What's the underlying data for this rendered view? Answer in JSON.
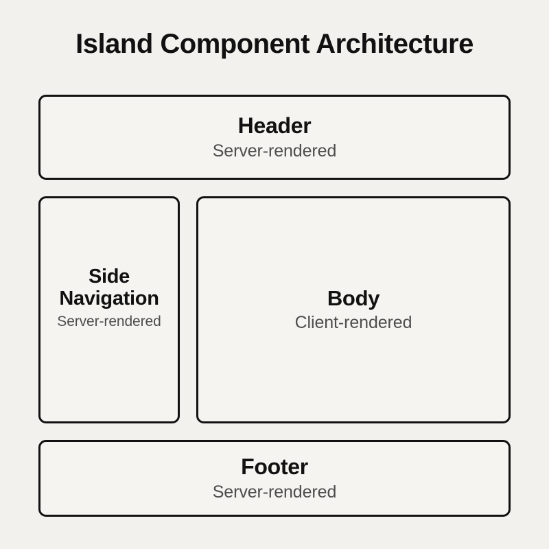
{
  "diagram": {
    "title": "Island Component Architecture",
    "background_color": "#f2f1ed",
    "box_fill_color": "#f5f4f0",
    "border_color": "#111111",
    "title_text_color": "#111111",
    "subtitle_text_color": "#4d4d4d",
    "boxes": [
      {
        "id": "header",
        "title": "Header",
        "subtitle": "Server-rendered",
        "region": "top"
      },
      {
        "id": "sidenav",
        "title": "Side Navigation",
        "title_line_1": "Side",
        "title_line_2": "Navigation",
        "subtitle": "Server-rendered",
        "region": "middle-left"
      },
      {
        "id": "body",
        "title": "Body",
        "subtitle": "Client-rendered",
        "region": "middle-right"
      },
      {
        "id": "footer",
        "title": "Footer",
        "subtitle": "Server-rendered",
        "region": "bottom"
      }
    ]
  }
}
